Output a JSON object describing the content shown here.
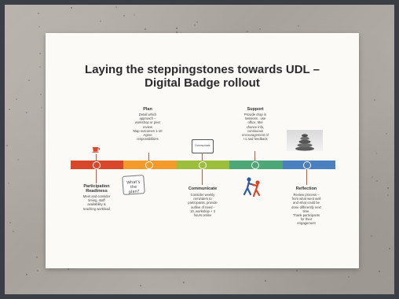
{
  "slide": {
    "title_line1": "Laying the steppingstones  towards UDL –",
    "title_line2": "Digital Badge rollout"
  },
  "timeline": {
    "colors": [
      "#d9472b",
      "#f39a2b",
      "#9bbf3a",
      "#4ea777",
      "#4a7fc0"
    ]
  },
  "stages": [
    {
      "title_line1": "Participation",
      "title_line2": "Readiness",
      "text": [
        "Meet and consider",
        "timing, staff",
        "availability &",
        "teaching workload"
      ]
    },
    {
      "title": "Plan",
      "text": [
        "Detail which",
        "approach –",
        "workshop or peer",
        "review",
        "Map outcomes 1-10",
        "Agree",
        "responsibilities"
      ]
    },
    {
      "title": "Communicate",
      "text": [
        "Consider weekly",
        "reminders to",
        "participants, provide",
        "outline of need -",
        "10, workshop + 3",
        "hours online"
      ]
    },
    {
      "title": "Support",
      "text": [
        "Provide drop in",
        "sessions , use",
        "office, Mel",
        "chance info,",
        "continuous",
        "encouragement of",
        "+1 and feedback"
      ]
    },
    {
      "title": "Reflection",
      "text": [
        "Review process –",
        "from what went well",
        "and what could be",
        "done differently next",
        "time.",
        "Thank participants",
        "for their",
        "engagement"
      ]
    }
  ],
  "notes": {
    "whats_the_plan": [
      "What's",
      "the",
      "plan?"
    ],
    "communicate_box": "Communicate"
  }
}
